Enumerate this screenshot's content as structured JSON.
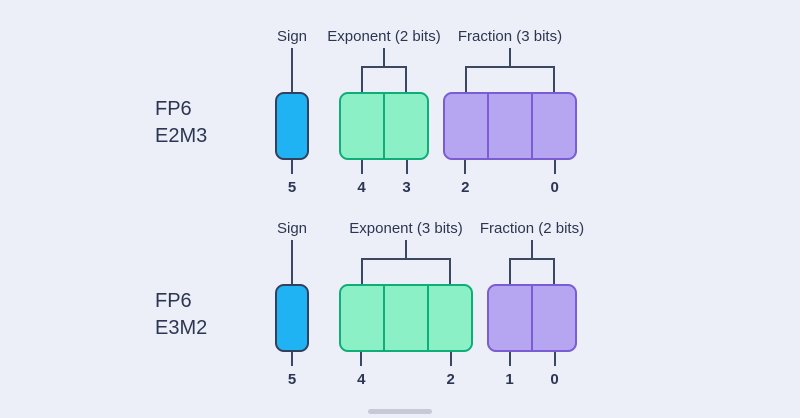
{
  "colors": {
    "background": "#edeff8",
    "text": "#2c3652",
    "line": "#3c4761",
    "sign_fill": "#20b3f3",
    "sign_border": "#33415f",
    "exponent_fill": "#8cf0c7",
    "exponent_border": "#0fae79",
    "fraction_fill": "#b6a6f2",
    "fraction_border": "#7a5dd2"
  },
  "diagrams": [
    {
      "name_line1": "FP6",
      "name_line2": "E2M3",
      "fields": [
        {
          "kind": "sign",
          "label": "Sign",
          "cells": [
            {
              "bit": "5"
            }
          ]
        },
        {
          "kind": "exponent",
          "label": "Exponent (2 bits)",
          "cells": [
            {
              "bit": "4"
            },
            {
              "bit": "3"
            }
          ]
        },
        {
          "kind": "fraction",
          "label": "Fraction (3 bits)",
          "cells": [
            {
              "bit": "2"
            },
            {
              "bit": ""
            },
            {
              "bit": "0"
            }
          ]
        }
      ]
    },
    {
      "name_line1": "FP6",
      "name_line2": "E3M2",
      "fields": [
        {
          "kind": "sign",
          "label": "Sign",
          "cells": [
            {
              "bit": "5"
            }
          ]
        },
        {
          "kind": "exponent",
          "label": "Exponent (3 bits)",
          "cells": [
            {
              "bit": "4"
            },
            {
              "bit": ""
            },
            {
              "bit": "2"
            }
          ]
        },
        {
          "kind": "fraction",
          "label": "Fraction (2 bits)",
          "cells": [
            {
              "bit": "1"
            },
            {
              "bit": "0"
            }
          ]
        }
      ]
    }
  ]
}
